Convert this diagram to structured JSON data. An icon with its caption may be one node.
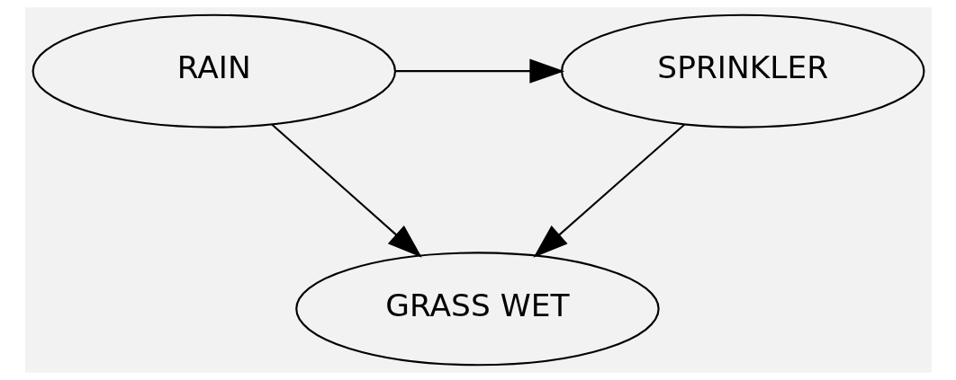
{
  "diagram": {
    "nodes": [
      {
        "text": [
          "SPRINKLER"
        ]
      },
      {
        "text": [
          "RAIN"
        ]
      },
      {
        "text": [
          "GRASS WET"
        ]
      }
    ],
    "edges": [
      {
        "from": 1,
        "to": 0,
        "arrow": "to"
      },
      {
        "from": 0,
        "to": 2,
        "arrow": "to"
      },
      {
        "from": 1,
        "to": 2,
        "arrow": "to"
      }
    ]
  }
}
